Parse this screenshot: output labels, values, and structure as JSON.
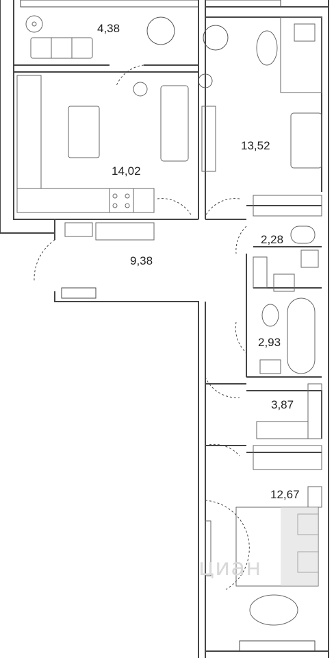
{
  "rooms": [
    {
      "id": "balcony",
      "area": "4,38"
    },
    {
      "id": "kitchen_living",
      "area": "14,02"
    },
    {
      "id": "bedroom_1",
      "area": "13,52"
    },
    {
      "id": "hall",
      "area": "9,38"
    },
    {
      "id": "wc",
      "area": "2,28"
    },
    {
      "id": "bathroom",
      "area": "2,93"
    },
    {
      "id": "wardrobe",
      "area": "3,87"
    },
    {
      "id": "bedroom_2",
      "area": "12,67"
    }
  ],
  "watermark": "циан",
  "colors": {
    "wall": "#444444",
    "furniture": "#666666",
    "shade": "#d9d9d9"
  },
  "icons": [
    "plant-icon",
    "bear-rug-icon",
    "fan-icon",
    "lamp-icon"
  ]
}
